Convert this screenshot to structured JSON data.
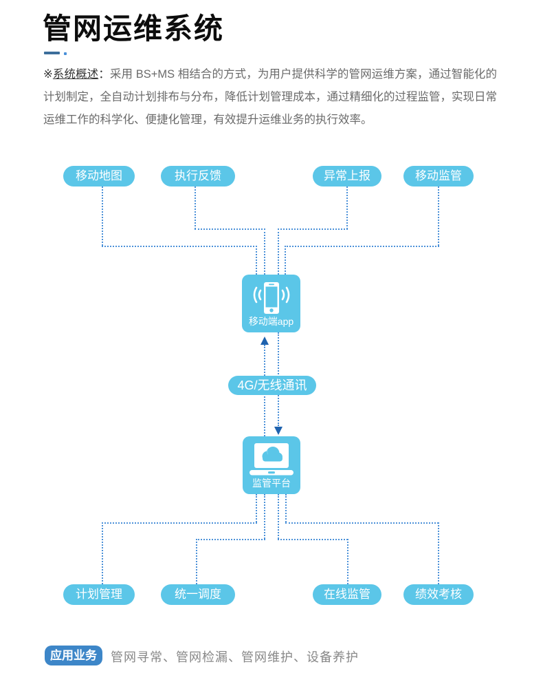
{
  "page": {
    "title": "管网运维系统"
  },
  "overview": {
    "marker": "※",
    "label": "系统概述",
    "colon": "：",
    "body": "采用 BS+MS  相结合的方式，为用户提供科学的管网运维方案，通过智能化的计划制定，全自动计划排布与分布，降低计划管理成本，通过精细化的过程监管，实现日常运维工作的科学化、便捷化管理，有效提升运维业务的执行效率。"
  },
  "diagram": {
    "top_nodes": [
      {
        "label": "移动地图"
      },
      {
        "label": "执行反馈"
      },
      {
        "label": "异常上报"
      },
      {
        "label": "移动监管"
      }
    ],
    "mobile_app": {
      "label": "移动端app",
      "icon": "smartphone-signal-icon"
    },
    "link_label": "4G/无线通讯",
    "platform": {
      "label": "监管平台",
      "icon": "laptop-cloud-icon"
    },
    "bottom_nodes": [
      {
        "label": "计划管理"
      },
      {
        "label": "统一调度"
      },
      {
        "label": "在线监管"
      },
      {
        "label": "绩效考核"
      }
    ]
  },
  "footer": {
    "badge": "应用业务",
    "items": "管网寻常、管网检漏、管网维护、设备养护"
  },
  "colors": {
    "node_blue": "#5bc6e8",
    "line_blue": "#4a90d8",
    "arrow_blue": "#1e62ae",
    "badge_blue": "#3d86c8",
    "divider_blue": "#3c6e9b",
    "text_gray": "#6a6a6a"
  }
}
